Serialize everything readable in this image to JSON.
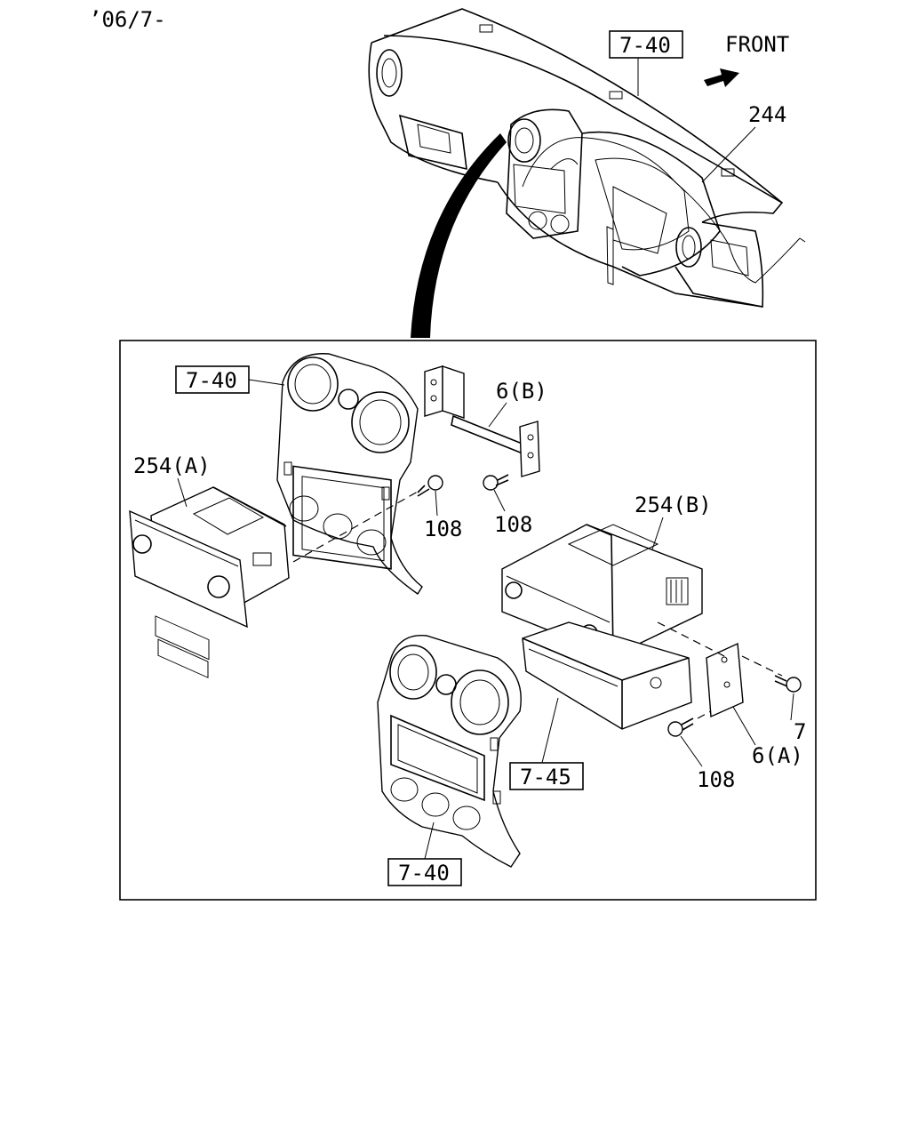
{
  "header": {
    "date_code": "’06/7-"
  },
  "direction": {
    "label": "FRONT"
  },
  "callouts": {
    "dash_ref_top": "7-40",
    "wire_harness": "244",
    "panel_ref_upper": "7-40",
    "bracket_b": "6(B)",
    "radio_a": "254(A)",
    "screw_left": "108",
    "screw_mid": "108",
    "radio_b": "254(B)",
    "pocket_ref": "7-45",
    "bracket_a": "6(A)",
    "screw_right": "7",
    "screw_bottom": "108",
    "panel_ref_lower": "7-40"
  }
}
